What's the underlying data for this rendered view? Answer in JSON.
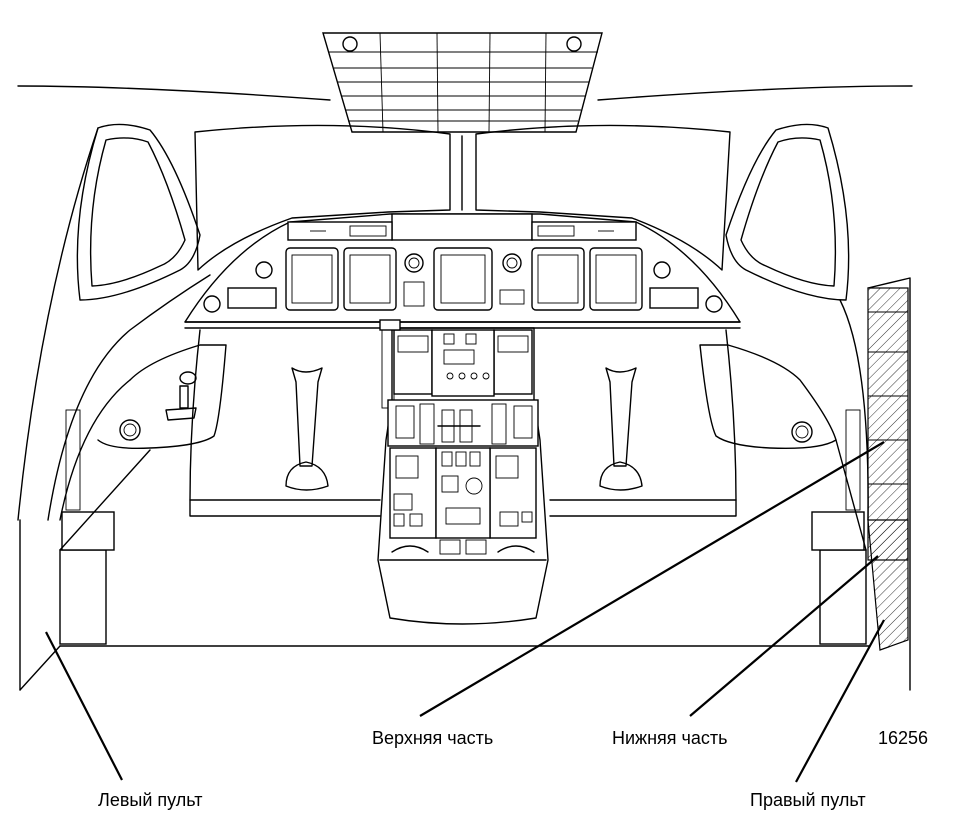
{
  "labels": {
    "upper_part": "Верхняя часть",
    "lower_part": "Нижняя часть",
    "left_console": "Левый пульт",
    "right_console": "Правый пульт",
    "figure_number": "16256"
  }
}
